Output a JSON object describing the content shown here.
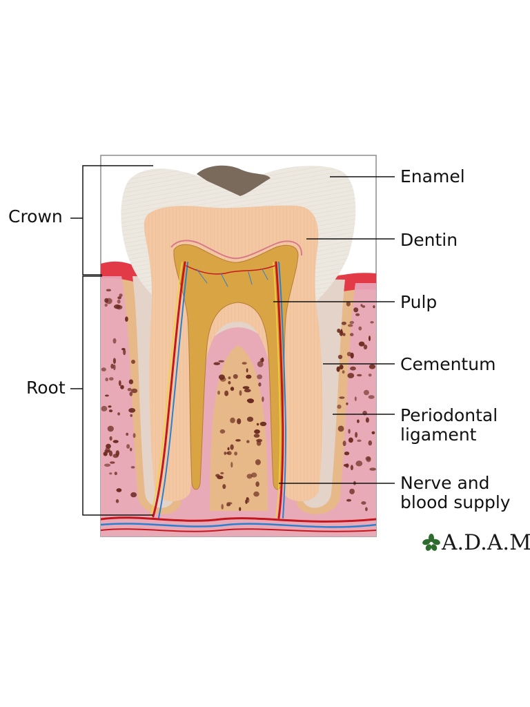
{
  "labels": {
    "crown": "Crown",
    "root": "Root",
    "enamel": "Enamel",
    "dentin": "Dentin",
    "pulp": "Pulp",
    "cementum": "Cementum",
    "periodontal_line1": "Periodontal",
    "periodontal_line2": "ligament",
    "nerve_line1": "Nerve and",
    "nerve_line2": "blood supply"
  },
  "logo": {
    "text": "A.D.A.M.",
    "icon": "leaf-icon"
  },
  "colors": {
    "enamel": "#ece7df",
    "dentin": "#f2c7a2",
    "pulp": "#d9a544",
    "bone": "#e7b989",
    "bone_spots": "#6b2a1f",
    "gum": "#e23a46",
    "ligament": "#e9a9bd",
    "cementum": "#e4d3c8",
    "artery": "#c4171d",
    "vein": "#2a7fd0",
    "logo": "#2d6b2e"
  }
}
